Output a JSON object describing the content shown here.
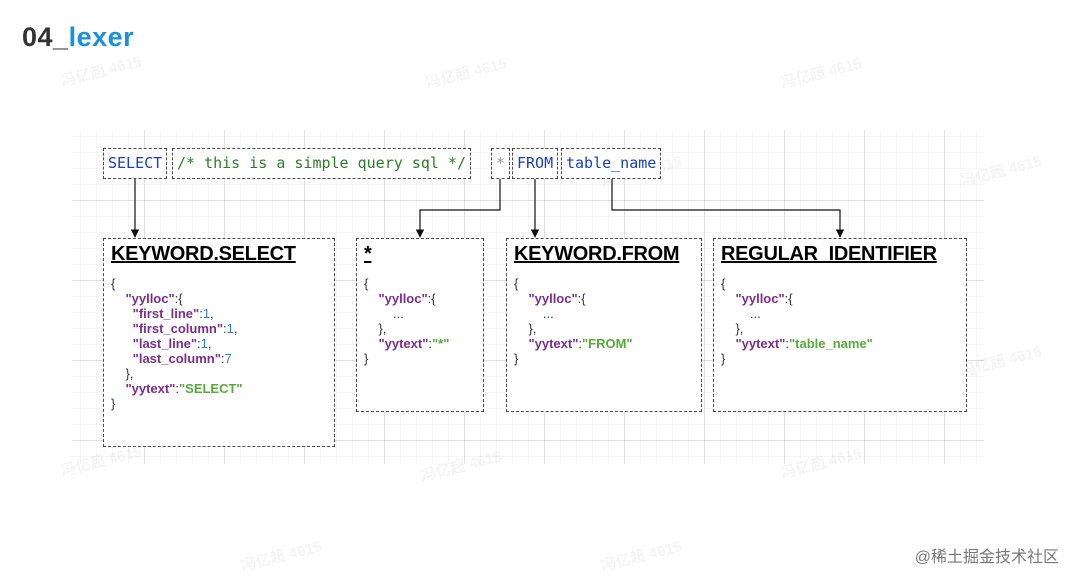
{
  "slide": {
    "title_number": "04_",
    "title_word": "lexer"
  },
  "tokens": [
    {
      "text": "SELECT",
      "color": "#1a3fc0"
    },
    {
      "text": "/* this is a simple query sql */",
      "color": "#2e7d2a"
    },
    {
      "text": "*",
      "color": "#9a9a9a"
    },
    {
      "text": "FROM",
      "color": "#1a3fc0"
    },
    {
      "text": "table_name",
      "color": "#1a3fc0"
    }
  ],
  "boxes": [
    {
      "title": "KEYWORD.SELECT",
      "code": {
        "open": "{",
        "yylloc_key": "\"yylloc\"",
        "first_line_key": "\"first_line\"",
        "first_line_val": "1",
        "first_column_key": "\"first_column\"",
        "first_column_val": "1",
        "last_line_key": "\"last_line\"",
        "last_line_val": "1",
        "last_column_key": "\"last_column\"",
        "last_column_val": "7",
        "inner_close": "},",
        "yytext_key": "\"yytext\"",
        "yytext_val": "\"SELECT\"",
        "close": "}"
      }
    },
    {
      "title": "*",
      "code": {
        "open": "{",
        "yylloc_key": "\"yylloc\"",
        "ellipsis": "...",
        "inner_close": "},",
        "yytext_key": "\"yytext\"",
        "yytext_val": "\"*\"",
        "close": "}"
      }
    },
    {
      "title": "KEYWORD.FROM",
      "code": {
        "open": "{",
        "yylloc_key": "\"yylloc\"",
        "ellipsis": "...",
        "inner_close": "},",
        "yytext_key": "\"yytext\"",
        "yytext_val": "\"FROM\"",
        "close": "}"
      }
    },
    {
      "title": "REGULAR_IDENTIFIER",
      "code": {
        "open": "{",
        "yylloc_key": "\"yylloc\"",
        "ellipsis": "...",
        "inner_close": "},",
        "yytext_key": "\"yytext\"",
        "yytext_val": "\"table_name\"",
        "close": "}"
      }
    }
  ],
  "watermark": "冯亿超 4615",
  "footer": "@稀土掘金技术社区",
  "colors": {
    "title_accent": "#1a90e0",
    "key": "#7a2e8e",
    "number": "#2f7fc2",
    "string": "#5aa83c"
  }
}
